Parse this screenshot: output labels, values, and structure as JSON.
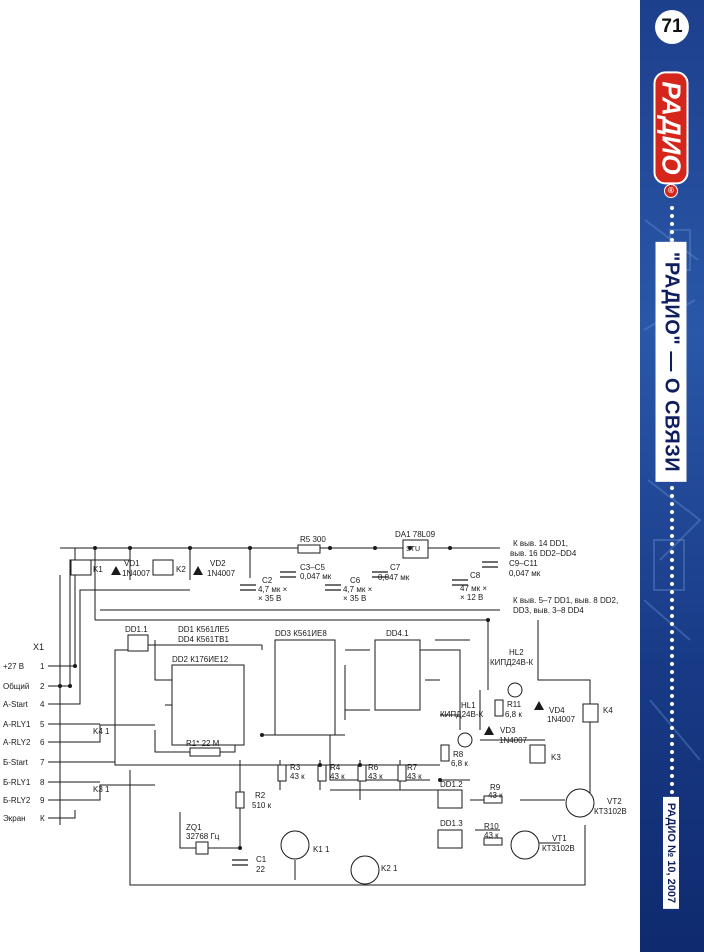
{
  "page_number": "71",
  "logo": "РАДИО",
  "logo_mark": "®",
  "slogan": "\"РАДИО\" — О СВЯЗИ",
  "issue": "РАДИО № 10, 2007",
  "schematic": {
    "connector": "X1",
    "pins": [
      {
        "num": "1",
        "label": "+27 В"
      },
      {
        "num": "2",
        "label": "Общий"
      },
      {
        "num": "4",
        "label": "A-Start"
      },
      {
        "num": "5",
        "label": "A-RLY1"
      },
      {
        "num": "6",
        "label": "A-RLY2"
      },
      {
        "num": "7",
        "label": "Б-Start"
      },
      {
        "num": "8",
        "label": "Б-RLY1"
      },
      {
        "num": "9",
        "label": "Б-RLY2"
      },
      {
        "num": "К",
        "label": "Экран"
      }
    ],
    "power": {
      "k1": "K1",
      "vd1": "VD1",
      "vd1_type": "1N4007",
      "k2": "K2",
      "vd2": "VD2",
      "vd2_type": "1N4007",
      "r5": "R5 300",
      "da1": "DA1 78L09",
      "stu": "STU",
      "c2": "C2",
      "c2_v1": "4,7 мк ×",
      "c2_v2": "× 35 В",
      "c3c5": "C3–C5",
      "c3c5_v": "0,047 мк",
      "c6": "C6",
      "c6_v1": "4,7 мк ×",
      "c6_v2": "× 35 В",
      "c7": "C7",
      "c7_v": "0,047 мк",
      "c8": "C8",
      "c8_v1": "47 мк ×",
      "c8_v2": "× 12 В",
      "c9c11": "C9–C11",
      "c9c11_v": "0,047 мк",
      "note1a": "К выв. 14 DD1,",
      "note1b": "выв. 16 DD2–DD4",
      "note2a": "К выв. 5–7 DD1, выв. 8 DD2,",
      "note2b": "DD3, выв. 3–8 DD4"
    },
    "ic": {
      "dd11": "DD1.1",
      "dd1_list": "DD1  К561ЛЕ5",
      "dd4_list": "DD4  К561ТВ1",
      "dd2": "DD2 К176ИЕ12",
      "dd3": "DD3 К561ИЕ8",
      "dd41": "DD4.1",
      "dd12": "DD1.2",
      "dd13": "DD1.3"
    },
    "passive": {
      "r1": "R1* 22 М",
      "zq1": "ZQ1",
      "zq1_f": "32768 Гц",
      "r2": "R2",
      "r2_v": "510 к",
      "c1": "C1",
      "c1_v": "22",
      "r3": "R3",
      "r4": "R4",
      "r6": "R6",
      "r7": "R7",
      "r_43k": "43 к",
      "r8": "R8",
      "r8_v": "6,8 к",
      "r9": "R9",
      "r10": "R10",
      "r11": "R11",
      "r11_v": "6,8 к"
    },
    "active": {
      "hl1": "HL1",
      "hl1_t": "КИПД24В-К",
      "hl2": "HL2",
      "hl2_t": "КИПД24В-К",
      "vd3": "VD3",
      "vd3_t": "1N4007",
      "vd4": "VD4",
      "vd4_t": "1N4007",
      "k3": "K3",
      "k4": "K4",
      "k41": "K4 1",
      "k31": "K3 1",
      "k11": "K1 1",
      "k21": "K2 1",
      "vt1": "VT1",
      "vt1_t": "КТ3102В",
      "vt2": "VT2",
      "vt2_t": "КТ3102В"
    }
  }
}
